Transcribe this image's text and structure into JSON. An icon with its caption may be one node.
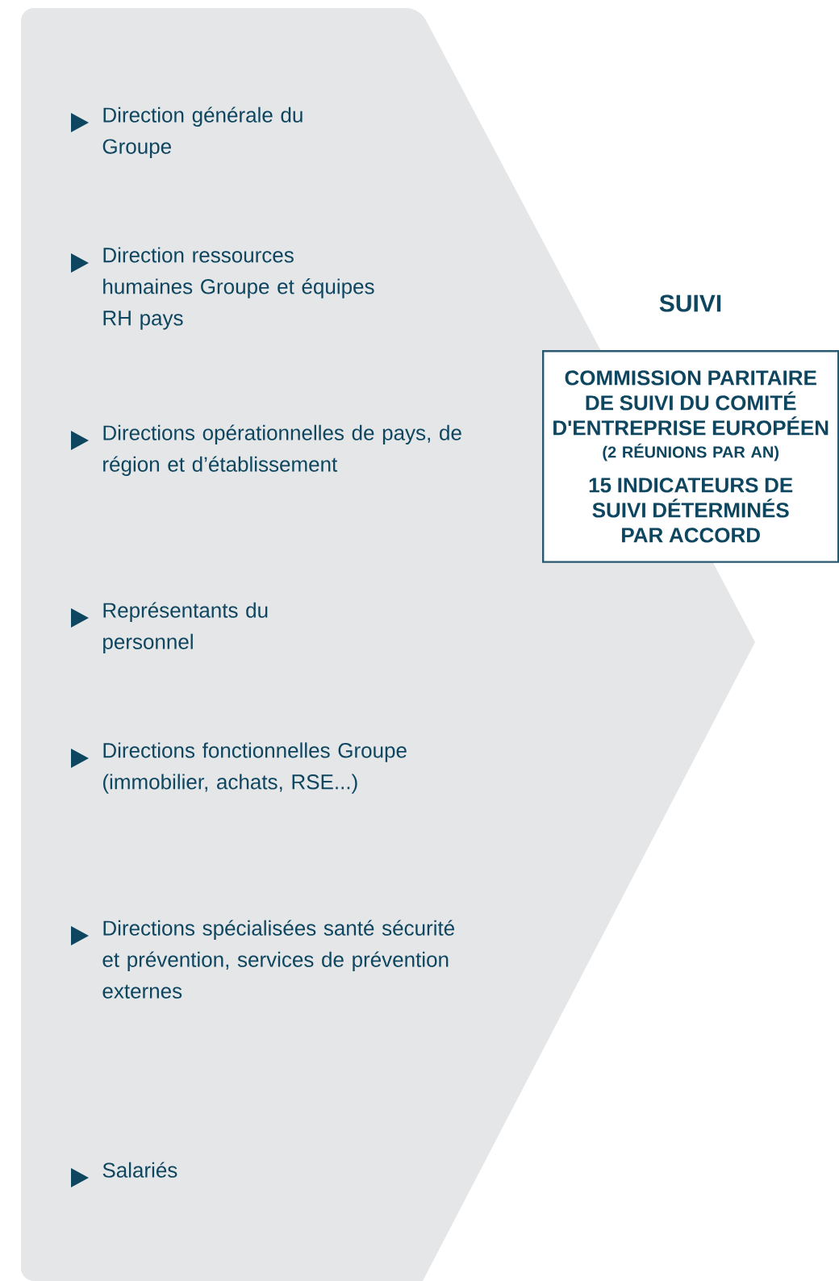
{
  "diagram": {
    "nodes": [
      {
        "text": [
          "Direction générale du Groupe",
          "Direction ressources humaines Groupe et équipes RH pays",
          "Directions opérationnelles de pays, de région et d’établissement",
          "Représentants du personnel",
          "Directions fonctionnelles Groupe (immobilier, achats, RSE...)",
          "Directions spécialisées santé sécurité et prévention, services de prévention externes",
          "Salariés"
        ]
      },
      {
        "text": [
          "SUIVI",
          "COMMISSION PARITAIRE DE SUIVI DU COMITÉ D'ENTREPRISE EUROPÉEN",
          "(2 RÉUNIONS PAR AN)",
          "15 INDICATEURS DE SUIVI DÉTERMINÉS PAR ACCORD"
        ]
      }
    ]
  }
}
